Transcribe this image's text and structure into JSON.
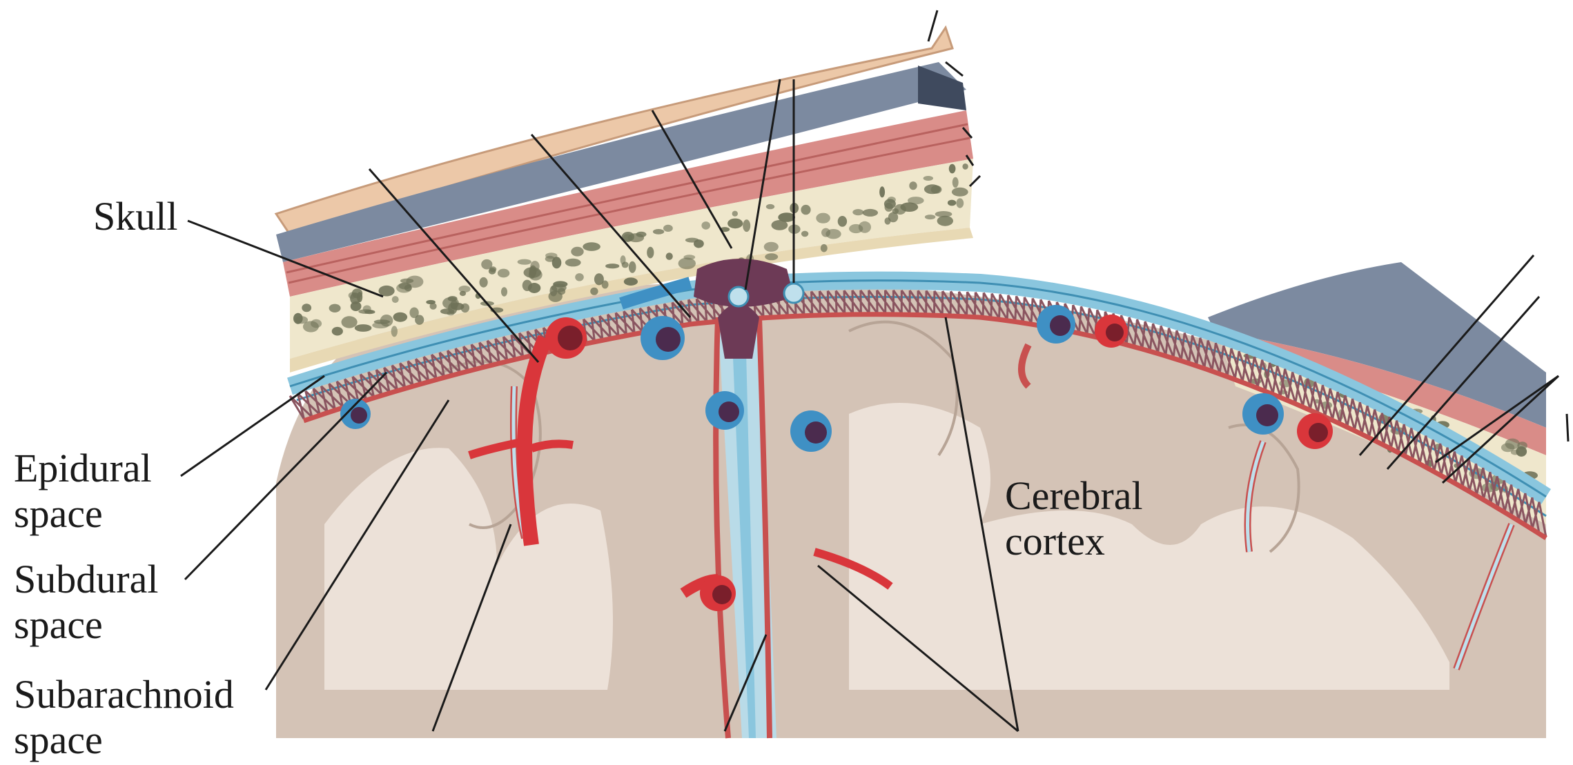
{
  "labels": {
    "skull": "Skull",
    "epidural": [
      "Epidural",
      "space"
    ],
    "subdural": [
      "Subdural",
      "space"
    ],
    "subarachnoid": [
      "Subarachnoid",
      "space"
    ],
    "cortex": [
      "Cerebral",
      "cortex"
    ]
  },
  "colors": {
    "scalp": "#ecc8a8",
    "bone_outer": "#7c8aa0",
    "bone_dark": "#3f4a5e",
    "muscle": "#d98c88",
    "diploe": "#efe7cc",
    "diploe_dots": "#6f7258",
    "dura": "#8ac6de",
    "dura_dark": "#3f8fb3",
    "pia": "#c8504f",
    "brain": "#d4c3b6",
    "brain_light": "#ece1d8",
    "artery": "#d9363b",
    "vein": "#3f90c4",
    "sinus": "#6d3a56",
    "leader": "#1a1a1a"
  }
}
